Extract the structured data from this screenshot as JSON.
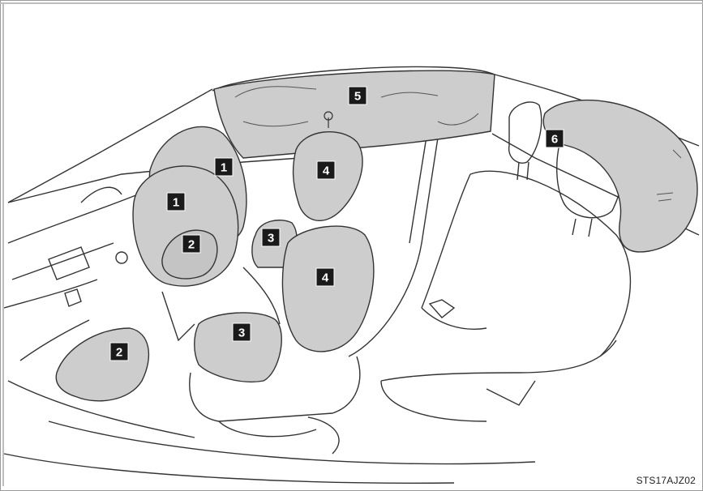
{
  "airbags": [
    {
      "id": "dash-upper",
      "number": "1"
    },
    {
      "id": "steering",
      "number": "1"
    },
    {
      "id": "knee-column",
      "number": "2"
    },
    {
      "id": "knee-lower",
      "number": "2"
    },
    {
      "id": "cushion-rear",
      "number": "3"
    },
    {
      "id": "cushion-front",
      "number": "3"
    },
    {
      "id": "side-upper",
      "number": "4"
    },
    {
      "id": "side-lower",
      "number": "4"
    },
    {
      "id": "curtain",
      "number": "5"
    },
    {
      "id": "rear-window",
      "number": "6"
    }
  ],
  "figure_code": "STS17AJZ02",
  "colors": {
    "airbag_fill": "#cdcdcd",
    "line": "#333333",
    "badge_bg": "#1a1a1a",
    "badge_text": "#ffffff"
  }
}
